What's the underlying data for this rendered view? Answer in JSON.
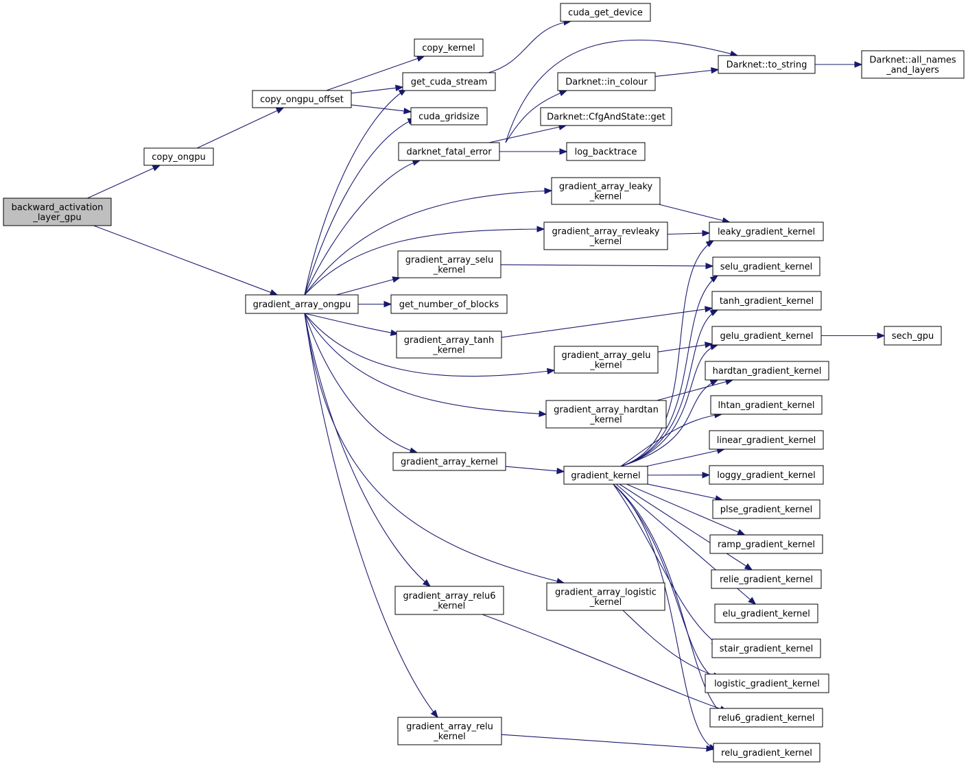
{
  "colors": {
    "edge": "#191970",
    "node_fill": "#ffffff",
    "root_fill": "#bfbfbf",
    "border": "#000000"
  },
  "nodes": {
    "backward_activation_layer_gpu": {
      "lines": [
        "backward_activation",
        "_layer_gpu"
      ]
    },
    "copy_ongpu": {
      "lines": [
        "copy_ongpu"
      ]
    },
    "gradient_array_ongpu": {
      "lines": [
        "gradient_array_ongpu"
      ]
    },
    "copy_ongpu_offset": {
      "lines": [
        "copy_ongpu_offset"
      ]
    },
    "copy_kernel": {
      "lines": [
        "copy_kernel"
      ]
    },
    "get_cuda_stream": {
      "lines": [
        "get_cuda_stream"
      ]
    },
    "cuda_gridsize": {
      "lines": [
        "cuda_gridsize"
      ]
    },
    "cuda_get_device": {
      "lines": [
        "cuda_get_device"
      ]
    },
    "darknet_fatal_error": {
      "lines": [
        "darknet_fatal_error"
      ]
    },
    "Darknet_in_colour": {
      "lines": [
        "Darknet::in_colour"
      ]
    },
    "Darknet_CfgAndState_get": {
      "lines": [
        "Darknet::CfgAndState::get"
      ]
    },
    "log_backtrace": {
      "lines": [
        "log_backtrace"
      ]
    },
    "Darknet_to_string": {
      "lines": [
        "Darknet::to_string"
      ]
    },
    "Darknet_all_names_and_layers": {
      "lines": [
        "Darknet::all_names",
        "_and_layers"
      ]
    },
    "gradient_array_leaky_kernel": {
      "lines": [
        "gradient_array_leaky",
        "_kernel"
      ]
    },
    "gradient_array_revleaky_kernel": {
      "lines": [
        "gradient_array_revleaky",
        "_kernel"
      ]
    },
    "gradient_array_selu_kernel": {
      "lines": [
        "gradient_array_selu",
        "_kernel"
      ]
    },
    "get_number_of_blocks": {
      "lines": [
        "get_number_of_blocks"
      ]
    },
    "gradient_array_tanh_kernel": {
      "lines": [
        "gradient_array_tanh",
        "_kernel"
      ]
    },
    "gradient_array_gelu_kernel": {
      "lines": [
        "gradient_array_gelu",
        "_kernel"
      ]
    },
    "gradient_array_hardtan_kernel": {
      "lines": [
        "gradient_array_hardtan",
        "_kernel"
      ]
    },
    "gradient_array_kernel": {
      "lines": [
        "gradient_array_kernel"
      ]
    },
    "gradient_kernel": {
      "lines": [
        "gradient_kernel"
      ]
    },
    "gradient_array_relu6_kernel": {
      "lines": [
        "gradient_array_relu6",
        "_kernel"
      ]
    },
    "gradient_array_logistic_kernel": {
      "lines": [
        "gradient_array_logistic",
        "_kernel"
      ]
    },
    "gradient_array_relu_kernel": {
      "lines": [
        "gradient_array_relu",
        "_kernel"
      ]
    },
    "leaky_gradient_kernel": {
      "lines": [
        "leaky_gradient_kernel"
      ]
    },
    "selu_gradient_kernel": {
      "lines": [
        "selu_gradient_kernel"
      ]
    },
    "tanh_gradient_kernel": {
      "lines": [
        "tanh_gradient_kernel"
      ]
    },
    "gelu_gradient_kernel": {
      "lines": [
        "gelu_gradient_kernel"
      ]
    },
    "sech_gpu": {
      "lines": [
        "sech_gpu"
      ]
    },
    "hardtan_gradient_kernel": {
      "lines": [
        "hardtan_gradient_kernel"
      ]
    },
    "lhtan_gradient_kernel": {
      "lines": [
        "lhtan_gradient_kernel"
      ]
    },
    "linear_gradient_kernel": {
      "lines": [
        "linear_gradient_kernel"
      ]
    },
    "loggy_gradient_kernel": {
      "lines": [
        "loggy_gradient_kernel"
      ]
    },
    "plse_gradient_kernel": {
      "lines": [
        "plse_gradient_kernel"
      ]
    },
    "ramp_gradient_kernel": {
      "lines": [
        "ramp_gradient_kernel"
      ]
    },
    "relie_gradient_kernel": {
      "lines": [
        "relie_gradient_kernel"
      ]
    },
    "elu_gradient_kernel": {
      "lines": [
        "elu_gradient_kernel"
      ]
    },
    "stair_gradient_kernel": {
      "lines": [
        "stair_gradient_kernel"
      ]
    },
    "logistic_gradient_kernel": {
      "lines": [
        "logistic_gradient_kernel"
      ]
    },
    "relu6_gradient_kernel": {
      "lines": [
        "relu6_gradient_kernel"
      ]
    },
    "relu_gradient_kernel": {
      "lines": [
        "relu_gradient_kernel"
      ]
    }
  },
  "edges": [
    [
      "backward_activation_layer_gpu",
      "copy_ongpu"
    ],
    [
      "backward_activation_layer_gpu",
      "gradient_array_ongpu"
    ],
    [
      "copy_ongpu",
      "copy_ongpu_offset"
    ],
    [
      "copy_ongpu_offset",
      "copy_kernel"
    ],
    [
      "copy_ongpu_offset",
      "get_cuda_stream"
    ],
    [
      "copy_ongpu_offset",
      "cuda_gridsize"
    ],
    [
      "get_cuda_stream",
      "cuda_get_device"
    ],
    [
      "darknet_fatal_error",
      "Darknet_in_colour"
    ],
    [
      "darknet_fatal_error",
      "Darknet_CfgAndState_get"
    ],
    [
      "darknet_fatal_error",
      "log_backtrace"
    ],
    [
      "darknet_fatal_error",
      "Darknet_to_string"
    ],
    [
      "Darknet_in_colour",
      "Darknet_to_string"
    ],
    [
      "Darknet_to_string",
      "Darknet_all_names_and_layers"
    ],
    [
      "gradient_array_ongpu",
      "get_cuda_stream"
    ],
    [
      "gradient_array_ongpu",
      "cuda_gridsize"
    ],
    [
      "gradient_array_ongpu",
      "darknet_fatal_error"
    ],
    [
      "gradient_array_ongpu",
      "gradient_array_leaky_kernel"
    ],
    [
      "gradient_array_ongpu",
      "gradient_array_revleaky_kernel"
    ],
    [
      "gradient_array_ongpu",
      "gradient_array_selu_kernel"
    ],
    [
      "gradient_array_ongpu",
      "get_number_of_blocks"
    ],
    [
      "gradient_array_ongpu",
      "gradient_array_tanh_kernel"
    ],
    [
      "gradient_array_ongpu",
      "gradient_array_gelu_kernel"
    ],
    [
      "gradient_array_ongpu",
      "gradient_array_hardtan_kernel"
    ],
    [
      "gradient_array_ongpu",
      "gradient_array_kernel"
    ],
    [
      "gradient_array_ongpu",
      "gradient_array_relu6_kernel"
    ],
    [
      "gradient_array_ongpu",
      "gradient_array_logistic_kernel"
    ],
    [
      "gradient_array_ongpu",
      "gradient_array_relu_kernel"
    ],
    [
      "gradient_array_leaky_kernel",
      "leaky_gradient_kernel"
    ],
    [
      "gradient_array_revleaky_kernel",
      "leaky_gradient_kernel"
    ],
    [
      "gradient_array_selu_kernel",
      "selu_gradient_kernel"
    ],
    [
      "gradient_array_tanh_kernel",
      "tanh_gradient_kernel"
    ],
    [
      "gradient_array_gelu_kernel",
      "gelu_gradient_kernel"
    ],
    [
      "gelu_gradient_kernel",
      "sech_gpu"
    ],
    [
      "gradient_array_hardtan_kernel",
      "hardtan_gradient_kernel"
    ],
    [
      "gradient_array_kernel",
      "gradient_kernel"
    ],
    [
      "gradient_kernel",
      "leaky_gradient_kernel"
    ],
    [
      "gradient_kernel",
      "selu_gradient_kernel"
    ],
    [
      "gradient_kernel",
      "tanh_gradient_kernel"
    ],
    [
      "gradient_kernel",
      "gelu_gradient_kernel"
    ],
    [
      "gradient_kernel",
      "hardtan_gradient_kernel"
    ],
    [
      "gradient_kernel",
      "lhtan_gradient_kernel"
    ],
    [
      "gradient_kernel",
      "linear_gradient_kernel"
    ],
    [
      "gradient_kernel",
      "loggy_gradient_kernel"
    ],
    [
      "gradient_kernel",
      "plse_gradient_kernel"
    ],
    [
      "gradient_kernel",
      "ramp_gradient_kernel"
    ],
    [
      "gradient_kernel",
      "relie_gradient_kernel"
    ],
    [
      "gradient_kernel",
      "elu_gradient_kernel"
    ],
    [
      "gradient_kernel",
      "stair_gradient_kernel"
    ],
    [
      "gradient_kernel",
      "logistic_gradient_kernel"
    ],
    [
      "gradient_kernel",
      "relu6_gradient_kernel"
    ],
    [
      "gradient_kernel",
      "relu_gradient_kernel"
    ],
    [
      "gradient_array_relu6_kernel",
      "relu6_gradient_kernel"
    ],
    [
      "gradient_array_logistic_kernel",
      "logistic_gradient_kernel"
    ],
    [
      "gradient_array_relu_kernel",
      "relu_gradient_kernel"
    ]
  ]
}
